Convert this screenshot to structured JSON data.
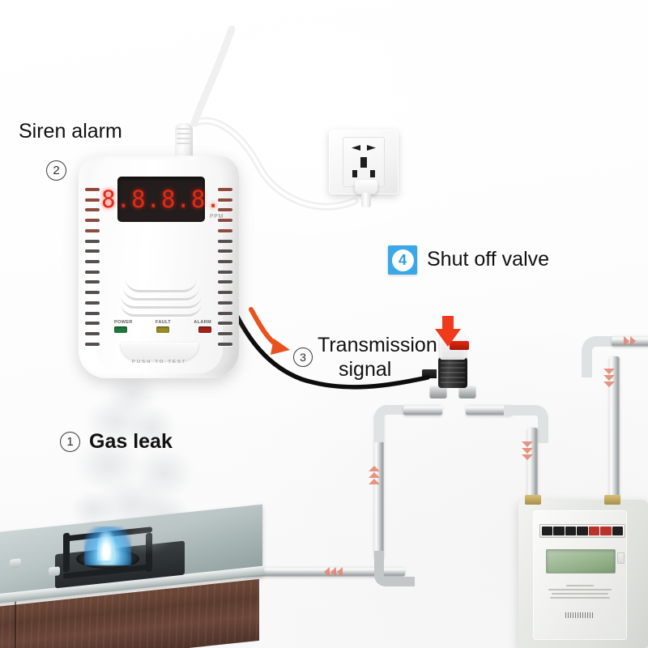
{
  "scene": {
    "title": "Gas leak detector shut-off valve system diagram",
    "background_color": "#ffffff"
  },
  "annotations": [
    {
      "id": "step-1",
      "number": "1",
      "label": "Gas leak",
      "marker_style": "circled-number"
    },
    {
      "id": "step-2",
      "number": "2",
      "label": "Siren alarm",
      "marker_style": "circled-number"
    },
    {
      "id": "step-3",
      "number": "3",
      "label_line1": "Transmission",
      "label_line2": "signal",
      "marker_style": "circled-number"
    },
    {
      "id": "step-4",
      "number": "4",
      "label": "Shut off valve",
      "marker_style": "blue-square-badge",
      "badge_bg": "#3aa8e8",
      "badge_fg": "#2f9ede"
    }
  ],
  "detector": {
    "name": "gas-detector",
    "display_value": "8.8.8.8.",
    "display_unit": "PPM",
    "display_color": "#e12b18",
    "leds": [
      {
        "label": "POWER",
        "color": "#1f7a3a"
      },
      {
        "label": "FAULT",
        "color": "#9a8b28"
      },
      {
        "label": "ALARM",
        "color": "#a3201a"
      }
    ],
    "test_button_label": "PUSH  TO  TEST"
  },
  "socket": {
    "name": "wall-socket",
    "type": "universal-outlet"
  },
  "valve": {
    "name": "solenoid-shut-off-valve",
    "indicator_color": "#e02a14",
    "body_color": "#222222"
  },
  "gas_meter": {
    "name": "gas-meter",
    "register_digits": [
      "",
      "",
      "",
      "",
      "",
      "",
      ""
    ],
    "lcd_color": "#8fae86",
    "highlight_digit_color": "#b8342a"
  },
  "stove": {
    "name": "gas-stove",
    "flame_color": "#5abef5",
    "counter_color": "#b9c4c4",
    "cabinet_color": "#5c3b2f"
  },
  "pipes": {
    "flow_marker_color": "#e4836c",
    "pipe_color": "#c8cccd"
  },
  "cables": {
    "power_cable_color": "#f2f2f2",
    "signal_cable_color": "#101010",
    "signal_arrow_color": "#e8521f"
  }
}
